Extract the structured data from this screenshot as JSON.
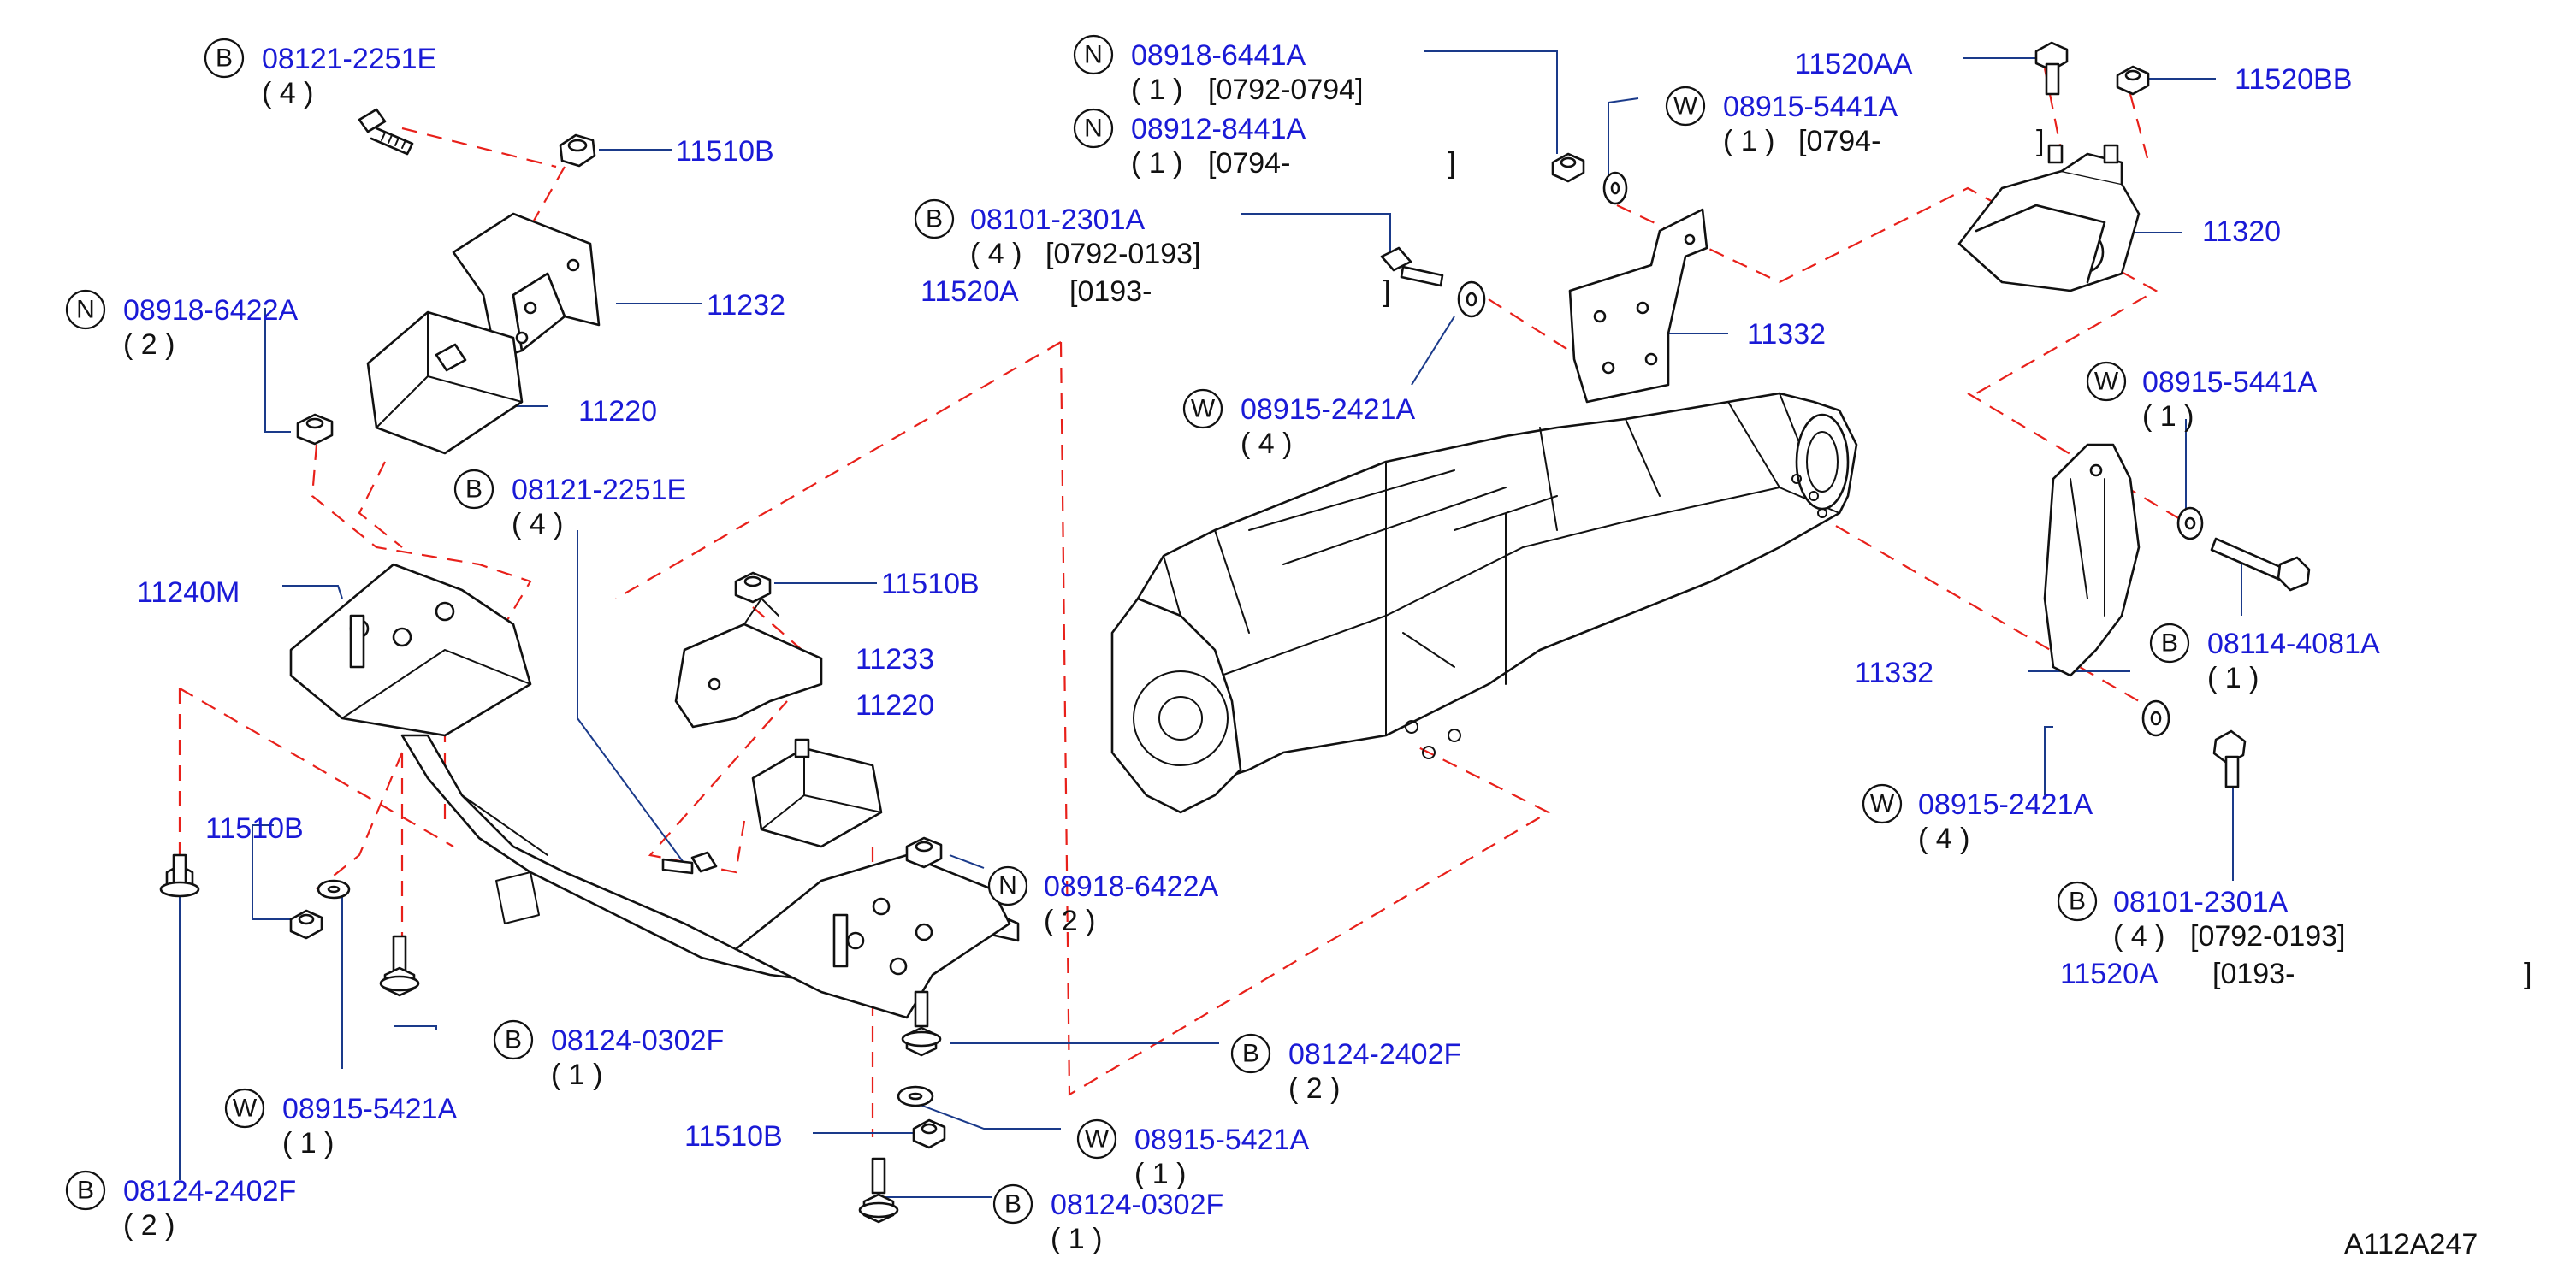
{
  "callouts": {
    "c1": {
      "letter": "B",
      "part": "08121-2251E",
      "qty": "( 4 )"
    },
    "c2": {
      "part": "11510B"
    },
    "c3": {
      "part": "11232"
    },
    "c4": {
      "letter": "N",
      "part": "08918-6422A",
      "qty": "( 2 )"
    },
    "c5": {
      "part": "11220"
    },
    "c6": {
      "letter": "B",
      "part": "08121-2251E",
      "qty": "( 4 )"
    },
    "c7": {
      "part": "11240M"
    },
    "c8": {
      "part": "11510B"
    },
    "c9": {
      "part": "11233"
    },
    "c10": {
      "part": "11220"
    },
    "c11": {
      "part": "11510B"
    },
    "c12": {
      "letter": "N",
      "part": "08918-6422A",
      "qty": "( 2 )"
    },
    "c13": {
      "letter": "B",
      "part": "08124-0302F",
      "qty": "( 1 )"
    },
    "c14": {
      "letter": "B",
      "part": "08124-2402F",
      "qty": "( 2 )"
    },
    "c15": {
      "letter": "W",
      "part": "08915-5421A",
      "qty": "( 1 )"
    },
    "c16": {
      "part": "11510B"
    },
    "c17": {
      "letter": "W",
      "part": "08915-5421A",
      "qty": "( 1 )"
    },
    "c18": {
      "letter": "B",
      "part": "08124-2402F",
      "qty": "( 2 )"
    },
    "c19": {
      "letter": "B",
      "part": "08124-0302F",
      "qty": "( 1 )"
    },
    "c20": {
      "letter": "N",
      "part": "08918-6441A",
      "qty": "( 1 )",
      "range": "[0792-0794]"
    },
    "c21": {
      "letter": "N",
      "part": "08912-8441A",
      "qty": "( 1 )",
      "range": "[0794-",
      "range_end": "]"
    },
    "c22": {
      "letter": "B",
      "part": "08101-2301A",
      "qty": "( 4 )",
      "range": "[0792-0193]"
    },
    "c23": {
      "part": "11520A",
      "range": "[0193-",
      "range_end": "]"
    },
    "c24": {
      "letter": "W",
      "part": "08915-5441A",
      "qty": "( 1 )",
      "range": "[0794-",
      "range_end": "]"
    },
    "c25": {
      "part": "11332"
    },
    "c26": {
      "letter": "W",
      "part": "08915-2421A",
      "qty": "( 4 )"
    },
    "c27": {
      "part": "11520AA"
    },
    "c28": {
      "part": "11520BB"
    },
    "c29": {
      "part": "11320"
    },
    "c30": {
      "letter": "W",
      "part": "08915-5441A",
      "qty": "( 1 )"
    },
    "c31": {
      "letter": "B",
      "part": "08114-4081A",
      "qty": "( 1 )"
    },
    "c32": {
      "part": "11332"
    },
    "c33": {
      "letter": "W",
      "part": "08915-2421A",
      "qty": "( 4 )"
    },
    "c34": {
      "letter": "B",
      "part": "08101-2301A",
      "qty": "( 4 )",
      "range": "[0792-0193]"
    },
    "c35": {
      "part": "11520A",
      "range": "[0193-",
      "range_end": "]"
    }
  },
  "figure_id": "A112A247",
  "colors": {
    "label_blue": "#1a1ad6",
    "dashed_red": "#e8201a",
    "leader": "#1a3a8a",
    "line": "#111111"
  }
}
